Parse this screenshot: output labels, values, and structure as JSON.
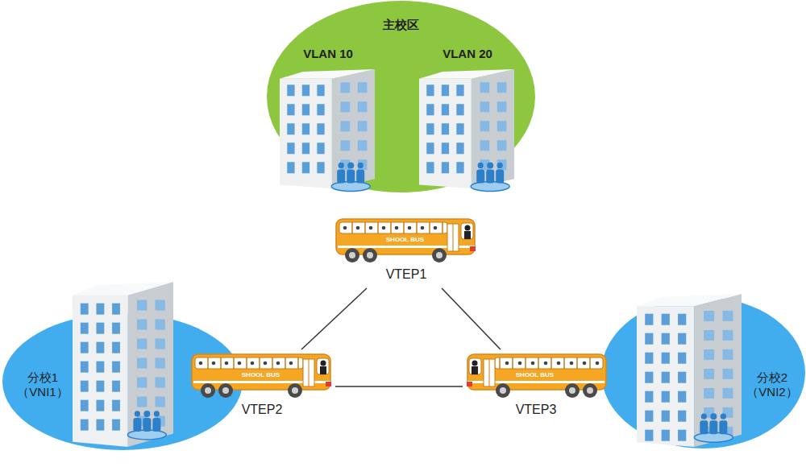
{
  "diagram": {
    "nodes": [
      {
        "text": [
          "主校区"
        ]
      },
      {
        "text": [
          "VLAN 10"
        ],
        "in": 0
      },
      {
        "text": [
          "VLAN 20"
        ],
        "in": 0
      },
      {
        "text": [
          "SHOOL BUS",
          "VTEP1"
        ]
      },
      {
        "text": [
          "分校1 （VNI1）"
        ]
      },
      {
        "text": [
          "SHOOL BUS",
          "VTEP2"
        ]
      },
      {
        "text": [
          "SHOOL BUS",
          "VTEP3"
        ]
      },
      {
        "text": [
          "分校2 （VNI2）"
        ]
      }
    ],
    "edges": [
      {
        "from": 3,
        "to": 5,
        "arrow": "none"
      },
      {
        "from": 3,
        "to": 6,
        "arrow": "none"
      },
      {
        "from": 5,
        "to": 6,
        "arrow": "none"
      }
    ]
  }
}
